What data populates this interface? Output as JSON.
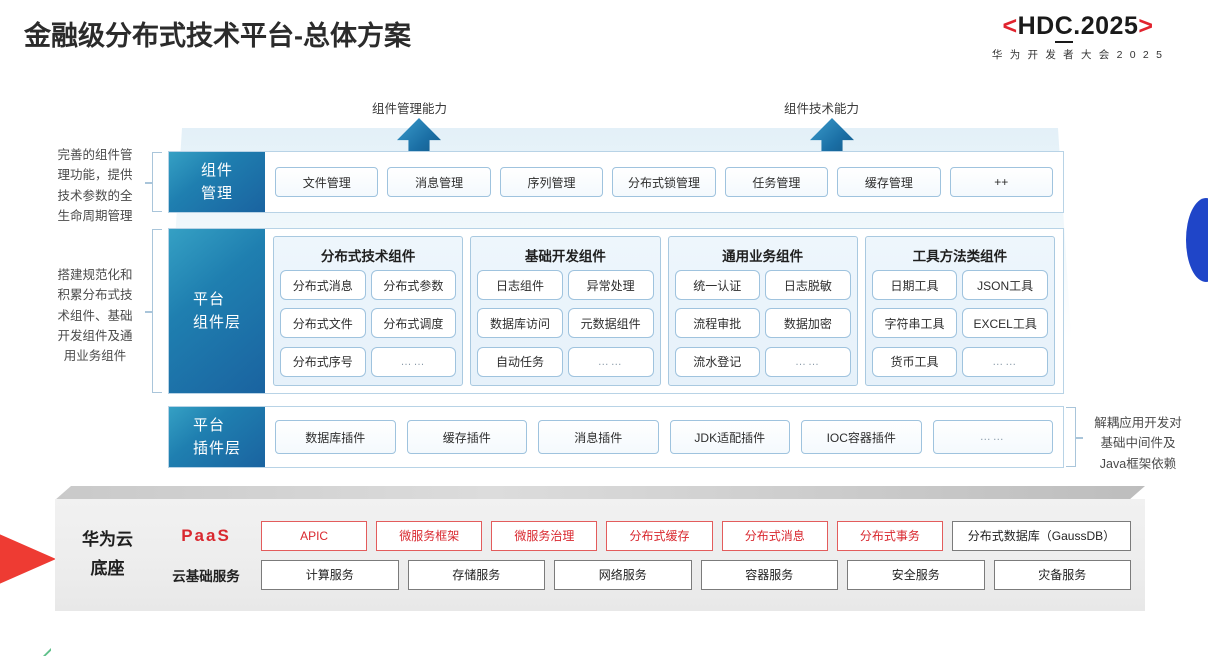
{
  "header": {
    "title": "金融级分布式技术平台-总体方案",
    "logo": {
      "bracket_left": "<",
      "bracket_right": ">",
      "main_pre": "HD",
      "main_underlined": "C",
      "main_post": ".2025",
      "subtitle": "华 为 开 发 者 大 会 2 0 2 5",
      "bracket_color": "#e1232e"
    }
  },
  "arrows": [
    {
      "label": "组件管理能力"
    },
    {
      "label": "组件技术能力"
    }
  ],
  "side_notes": {
    "left_1": "完善的组件管\n理功能，提供\n技术参数的全\n生命周期管理",
    "left_2": "搭建规范化和\n积累分布式技\n术组件、基础\n开发组件及通\n用业务组件",
    "right_1": "解耦应用开发对\n基础中间件及\nJava框架依赖"
  },
  "rows": {
    "manage": {
      "tab": "组件\n管理",
      "chips": [
        "文件管理",
        "消息管理",
        "序列管理",
        "分布式锁管理",
        "任务管理",
        "缓存管理",
        "++"
      ]
    },
    "component": {
      "tab": "平台\n组件层",
      "groups": [
        {
          "title": "分布式技术组件",
          "chips": [
            "分布式消息",
            "分布式参数",
            "分布式文件",
            "分布式调度",
            "分布式序号",
            "……"
          ]
        },
        {
          "title": "基础开发组件",
          "chips": [
            "日志组件",
            "异常处理",
            "数据库访问",
            "元数据组件",
            "自动任务",
            "……"
          ]
        },
        {
          "title": "通用业务组件",
          "chips": [
            "统一认证",
            "日志脱敏",
            "流程审批",
            "数据加密",
            "流水登记",
            "……"
          ]
        },
        {
          "title": "工具方法类组件",
          "chips": [
            "日期工具",
            "JSON工具",
            "字符串工具",
            "EXCEL工具",
            "货币工具",
            "……"
          ]
        }
      ]
    },
    "plugin": {
      "tab": "平台\n插件层",
      "chips": [
        "数据库插件",
        "缓存插件",
        "消息插件",
        "JDK适配插件",
        "IOC容器插件",
        "……"
      ]
    }
  },
  "base": {
    "title": "华为云\n底座",
    "paas_label": "PaaS",
    "cloud_label": "云基础服务",
    "paas_chips": [
      {
        "label": "APIC",
        "style": "red"
      },
      {
        "label": "微服务框架",
        "style": "red"
      },
      {
        "label": "微服务治理",
        "style": "red"
      },
      {
        "label": "分布式缓存",
        "style": "red"
      },
      {
        "label": "分布式消息",
        "style": "red"
      },
      {
        "label": "分布式事务",
        "style": "red"
      },
      {
        "label": "分布式数据库（GaussDB）",
        "style": "gray wide"
      }
    ],
    "cloud_chips": [
      "计算服务",
      "存储服务",
      "网络服务",
      "容器服务",
      "安全服务",
      "灾备服务"
    ]
  },
  "colors": {
    "accent_blue": "#1a63a0",
    "accent_red": "#d9282f",
    "brand_red": "#e1232e",
    "decor_blue": "#1f45c8",
    "decor_green": "#5fc08a"
  }
}
